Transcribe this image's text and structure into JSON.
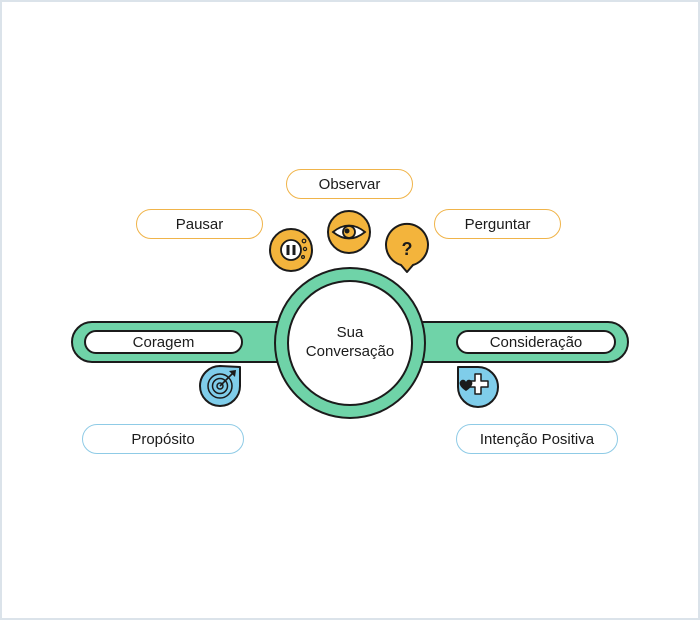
{
  "center": {
    "line1": "Sua",
    "line2": "Conversação"
  },
  "top_labels": {
    "observar": "Observar",
    "pausar": "Pausar",
    "perguntar": "Perguntar"
  },
  "bar_labels": {
    "coragem": "Coragem",
    "consideracao": "Consideração"
  },
  "bottom_labels": {
    "proposito": "Propósito",
    "intencao": "Intenção Positiva"
  },
  "colors": {
    "teal": "#6fd3a8",
    "orange": "#f3b43c",
    "blue": "#7fcdea",
    "ink": "#1b1b1b"
  },
  "icons": {
    "pause": "pause-icon",
    "eye": "eye-icon",
    "question": "question-bubble-icon",
    "target": "target-icon",
    "heart_plus": "heart-plus-icon"
  }
}
